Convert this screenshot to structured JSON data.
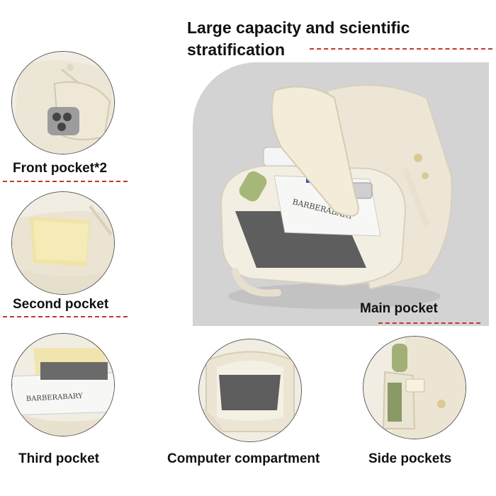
{
  "title": {
    "line1": "Large capacity and scientific",
    "line2": "stratification"
  },
  "labels": {
    "front_pocket": "Front pocket*2",
    "second_pocket": "Second pocket",
    "main_pocket": "Main pocket",
    "third_pocket": "Third pocket",
    "computer_compartment": "Computer compartment",
    "side_pockets": "Side pockets"
  },
  "colors": {
    "accent_dash": "#c0392b",
    "panel_bg": "#d3d3d3",
    "bag_cream": "#efe9dc"
  }
}
